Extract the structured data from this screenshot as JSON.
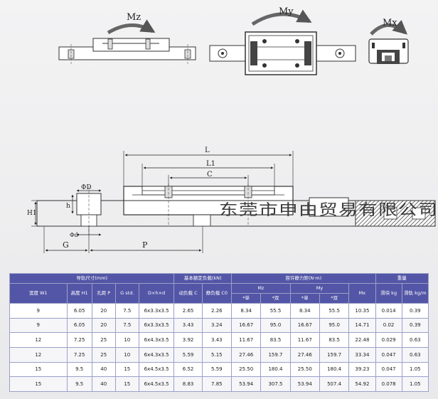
{
  "moment_labels": {
    "mz": "Mz",
    "my": "My",
    "mx": "Mx"
  },
  "dimension_labels": {
    "l": "L",
    "l1": "L1",
    "c": "C",
    "d": "ΦD",
    "d_small": "Φd",
    "h": "h",
    "h1": "H1",
    "g": "G",
    "p": "P"
  },
  "watermark": "东莞市申由贸易有限公司",
  "table": {
    "group_headers": [
      "导轨尺寸(mm)",
      "基本额定负载(kN)",
      "容许静力矩(N·m)",
      "重量"
    ],
    "columns": {
      "w1": "宽度 W1",
      "h1": "高度 H1",
      "p": "孔距 P",
      "g": "G std.",
      "dhd": "D×h×d",
      "c": "动负载 C",
      "c0": "静负载 C0",
      "mz": "Mz",
      "my": "My",
      "mx": "Mx",
      "kg": "滑块 kg",
      "kgm": "滑轨 kg/m"
    },
    "sub_headers": [
      "*单",
      "*双",
      "*单",
      "*双"
    ],
    "rows": [
      [
        "9",
        "6.05",
        "20",
        "7.5",
        "6x3.3x3.5",
        "2.65",
        "2.26",
        "8.34",
        "55.5",
        "8.34",
        "55.5",
        "10.35",
        "0.014",
        "0.39"
      ],
      [
        "9",
        "6.05",
        "20",
        "7.5",
        "6x3.3x3.5",
        "3.43",
        "3.24",
        "16.67",
        "95.0",
        "16.67",
        "95.0",
        "14.71",
        "0.02",
        "0.39"
      ],
      [
        "12",
        "7.25",
        "25",
        "10",
        "6x4.3x3.5",
        "3.92",
        "3.43",
        "11.67",
        "83.5",
        "11.67",
        "83.5",
        "22.48",
        "0.029",
        "0.63"
      ],
      [
        "12",
        "7.25",
        "25",
        "10",
        "6x4.3x3.5",
        "5.59",
        "5.15",
        "27.46",
        "159.7",
        "27.46",
        "159.7",
        "33.34",
        "0.047",
        "0.63"
      ],
      [
        "15",
        "9.5",
        "40",
        "15",
        "6x4.5x3.5",
        "6.52",
        "5.59",
        "25.50",
        "180.4",
        "25.50",
        "180.4",
        "39.23",
        "0.047",
        "1.05"
      ],
      [
        "15",
        "9.5",
        "40",
        "15",
        "6x4.5x3.5",
        "8.83",
        "7.85",
        "53.94",
        "307.5",
        "53.94",
        "507.4",
        "54.92",
        "0.078",
        "1.05"
      ]
    ]
  }
}
